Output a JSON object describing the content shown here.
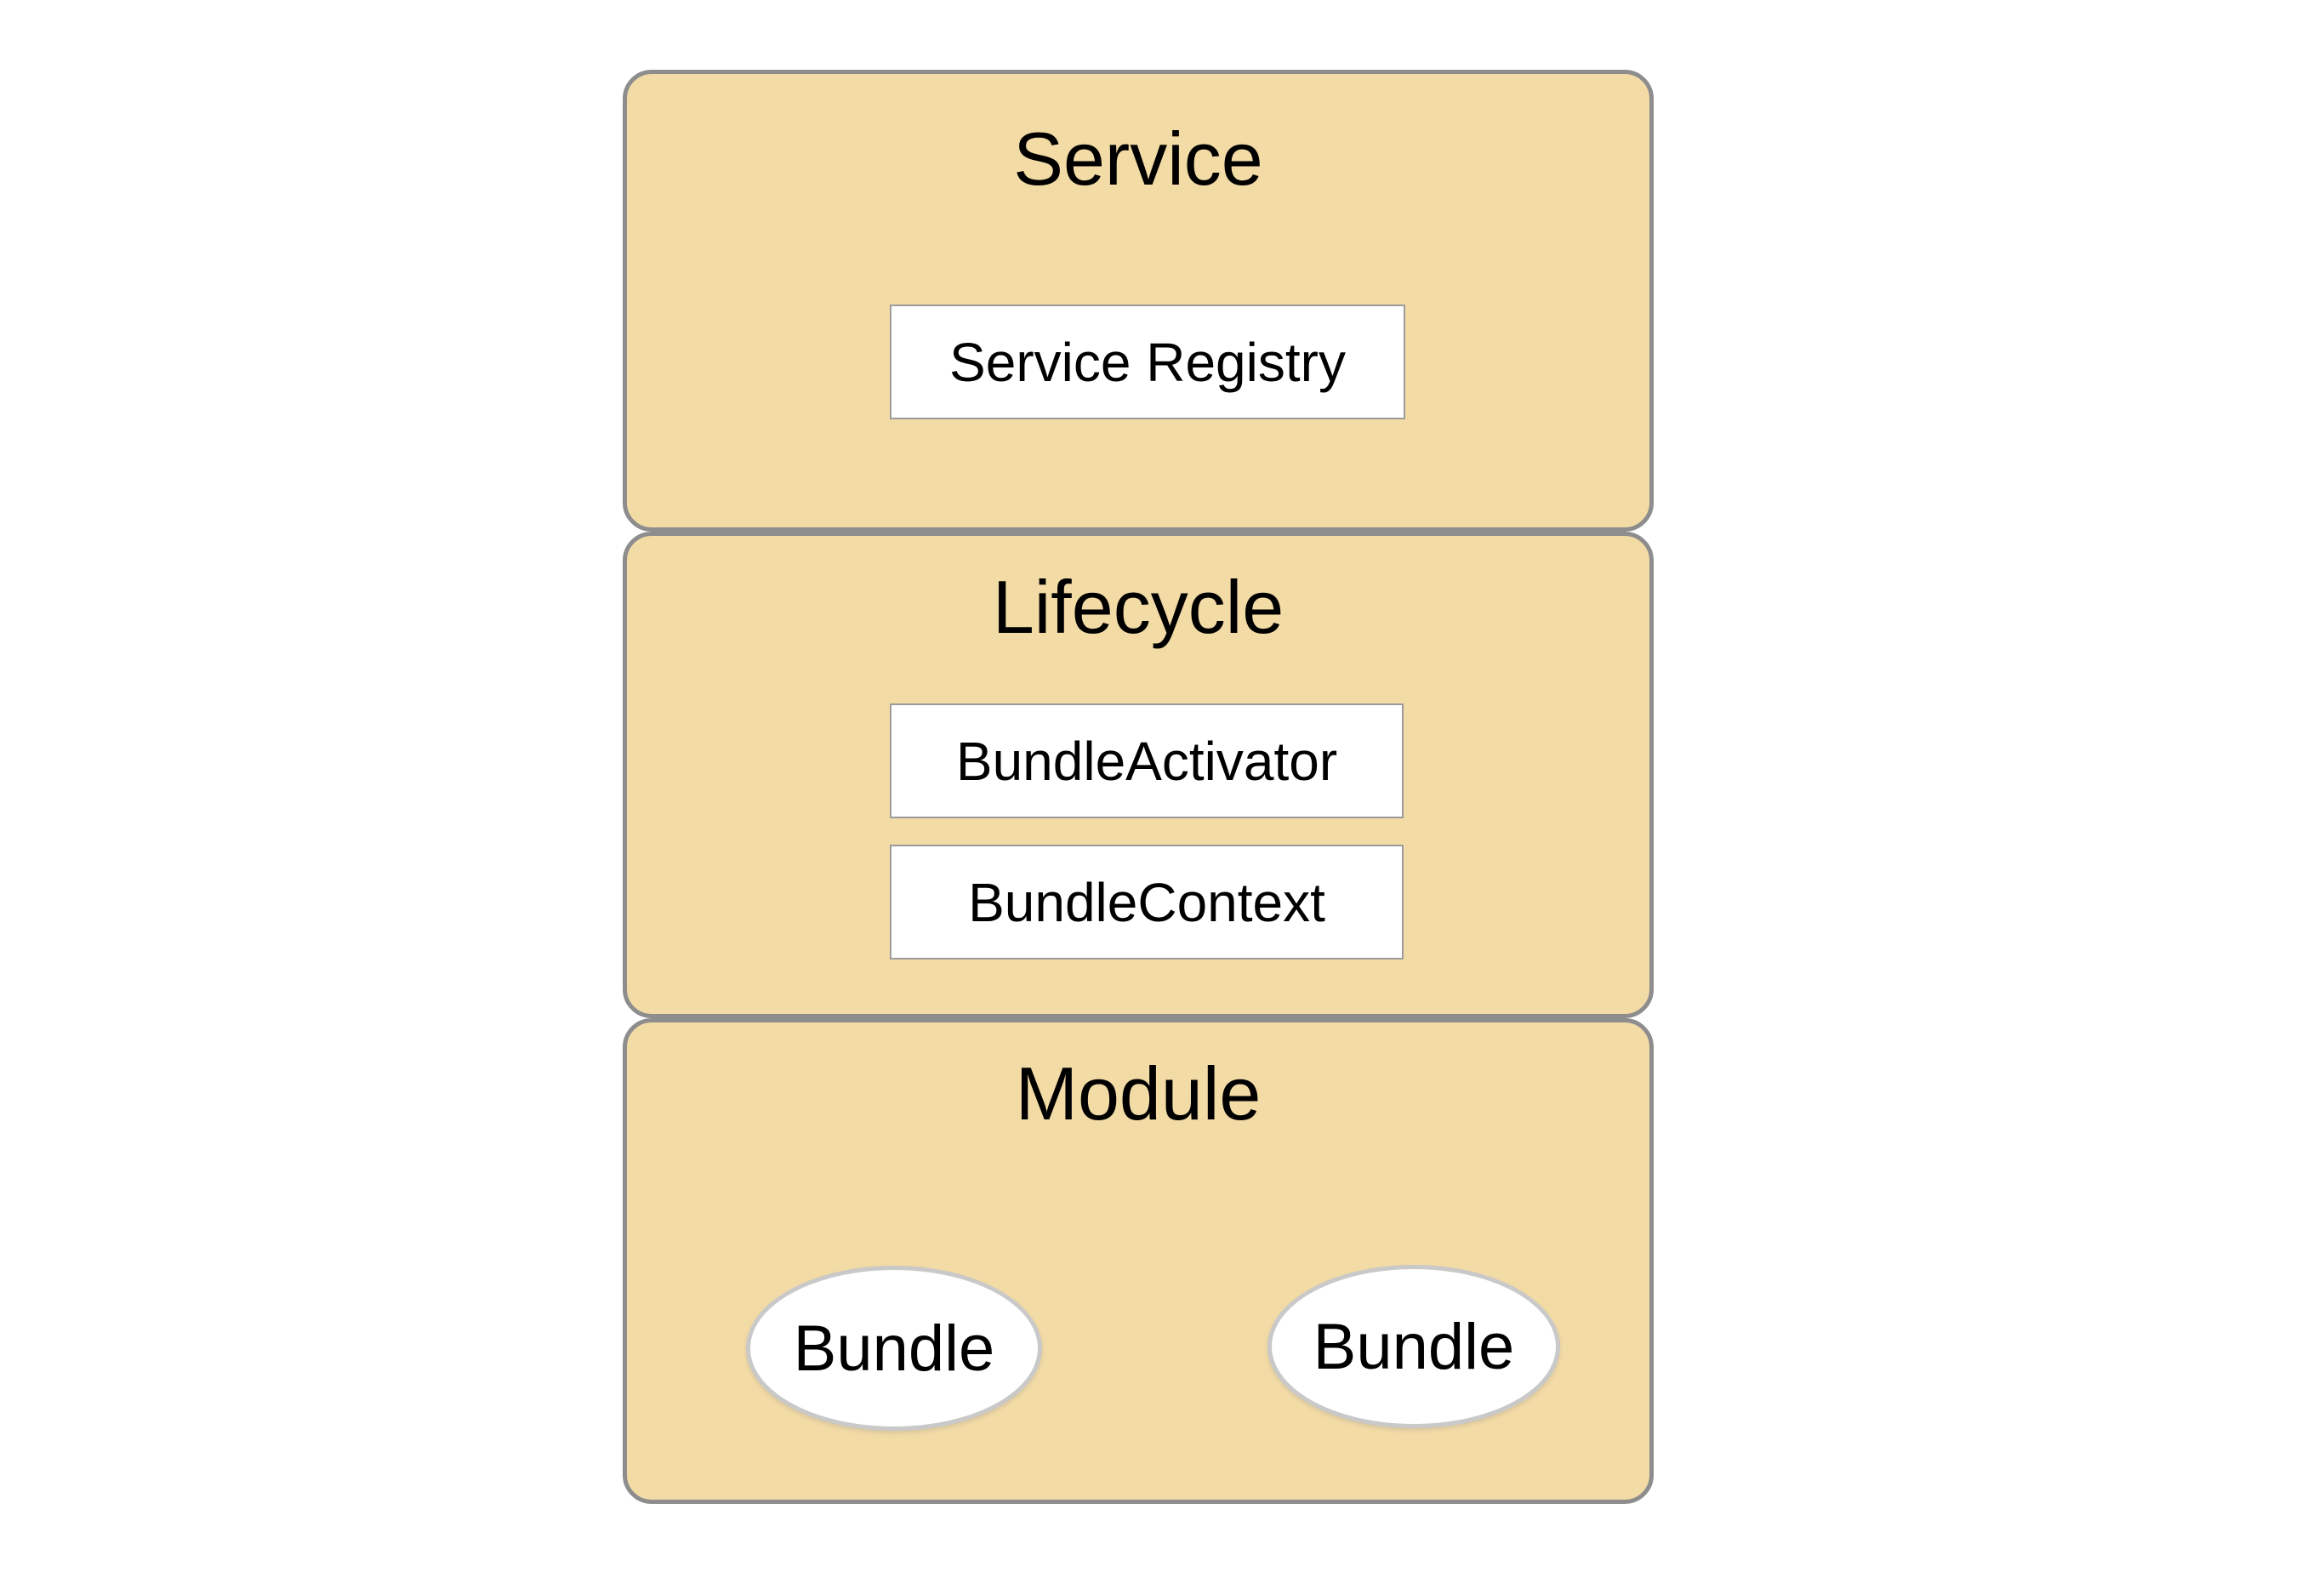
{
  "diagram": {
    "background_color": "#ffffff",
    "layer_fill_color": "#F3DBA6",
    "layer_border_color": "#8D8D8D",
    "node_fill_color": "#ffffff",
    "rect_border_color": "#9B9B9B",
    "ellipse_border_color": "#C9C9C9",
    "text_color": "#000000",
    "layers": [
      {
        "title": "Service",
        "items": [
          {
            "type": "rect",
            "label": "Service Registry"
          }
        ]
      },
      {
        "title": "Lifecycle",
        "items": [
          {
            "type": "rect",
            "label": "BundleActivator"
          },
          {
            "type": "rect",
            "label": "BundleContext"
          }
        ]
      },
      {
        "title": "Module",
        "items": [
          {
            "type": "ellipse",
            "label": "Bundle"
          },
          {
            "type": "ellipse",
            "label": "Bundle"
          }
        ]
      }
    ]
  }
}
